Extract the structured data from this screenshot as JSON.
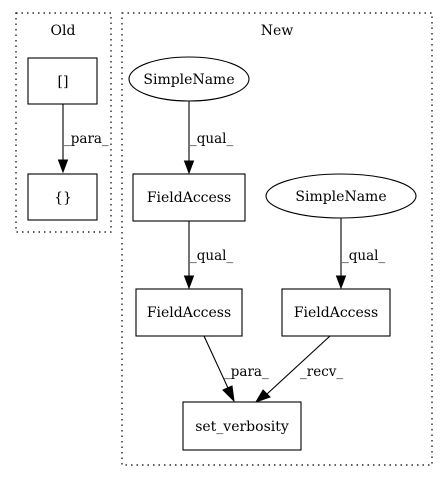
{
  "clusters": {
    "old": {
      "label": "Old"
    },
    "new": {
      "label": "New"
    }
  },
  "nodes": {
    "old_list": "[]",
    "old_dict": "{}",
    "simplename_1": "SimpleName",
    "simplename_2": "SimpleName",
    "fieldaccess_1": "FieldAccess",
    "fieldaccess_2": "FieldAccess",
    "fieldaccess_3": "FieldAccess",
    "set_verbosity": "set_verbosity"
  },
  "edges": {
    "old_para": "_para_",
    "qual_1": "_qual_",
    "qual_2": "_qual_",
    "qual_3": "_qual_",
    "para": "_para_",
    "recv": "_recv_"
  }
}
